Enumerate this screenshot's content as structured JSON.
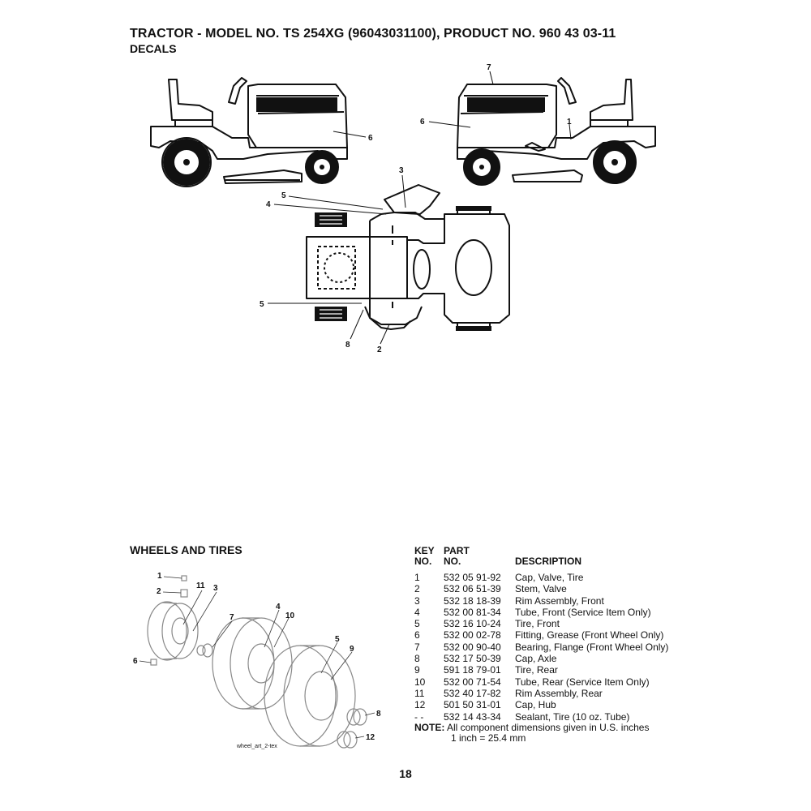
{
  "header": {
    "title": "TRACTOR - MODEL NO. TS 254XG (96043031100), PRODUCT NO. 960 43 03-11",
    "subtitle": "DECALS"
  },
  "decals_callouts": [
    "1",
    "2",
    "3",
    "4",
    "5",
    "5",
    "6",
    "6",
    "7",
    "8"
  ],
  "wheels": {
    "title": "WHEELS AND TIRES",
    "callouts": [
      "1",
      "2",
      "3",
      "4",
      "5",
      "6",
      "7",
      "8",
      "9",
      "10",
      "11",
      "12"
    ],
    "caption": "wheel_art_2-tex"
  },
  "parts_table": {
    "headers": {
      "key_top": "KEY",
      "key_bottom": "NO.",
      "part_top": "PART",
      "part_bottom": "NO.",
      "desc": "DESCRIPTION"
    },
    "rows": [
      {
        "key": "1",
        "part": "532 05 91-92",
        "desc": "Cap, Valve, Tire"
      },
      {
        "key": "2",
        "part": "532 06 51-39",
        "desc": "Stem, Valve"
      },
      {
        "key": "3",
        "part": "532 18 18-39",
        "desc": "Rim Assembly, Front"
      },
      {
        "key": "4",
        "part": "532 00 81-34",
        "desc": "Tube, Front (Service Item Only)"
      },
      {
        "key": "5",
        "part": "532 16 10-24",
        "desc": "Tire, Front"
      },
      {
        "key": "6",
        "part": "532 00 02-78",
        "desc": "Fitting, Grease (Front Wheel Only)"
      },
      {
        "key": "7",
        "part": "532 00 90-40",
        "desc": "Bearing, Flange (Front Wheel Only)"
      },
      {
        "key": "8",
        "part": "532 17 50-39",
        "desc": "Cap, Axle"
      },
      {
        "key": "9",
        "part": "591 18 79-01",
        "desc": "Tire, Rear"
      },
      {
        "key": "10",
        "part": "532 00 71-54",
        "desc": "Tube, Rear (Service Item Only)"
      },
      {
        "key": "11",
        "part": "532 40 17-82",
        "desc": "Rim Assembly, Rear"
      },
      {
        "key": "12",
        "part": "501 50 31-01",
        "desc": "Cap, Hub"
      },
      {
        "key": "- -",
        "part": "532 14 43-34",
        "desc": "Sealant, Tire (10 oz. Tube)"
      }
    ]
  },
  "note": {
    "label": "NOTE:",
    "line1": "All component dimensions given in U.S. inches",
    "line2": "1 inch = 25.4 mm"
  },
  "page_number": "18"
}
